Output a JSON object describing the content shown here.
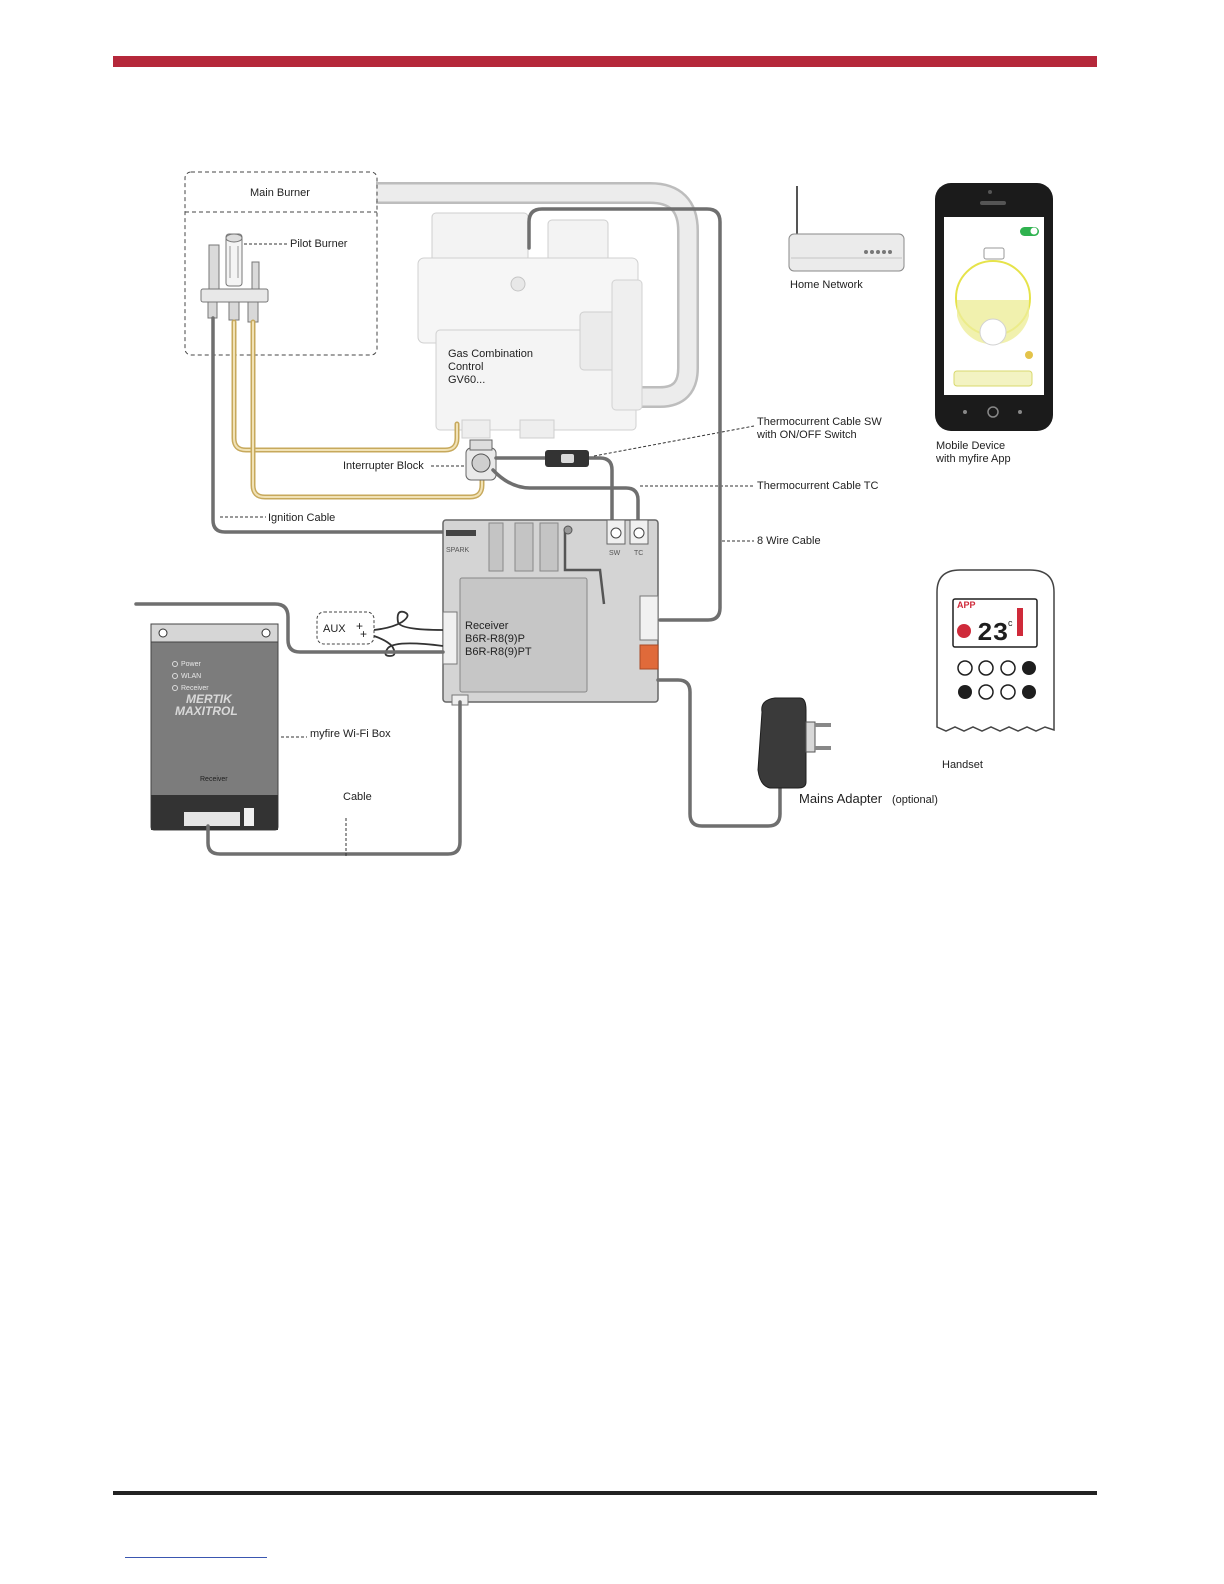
{
  "colors": {
    "accent_rule": "#b5283a",
    "cable": "#6f6f6f",
    "thermo_cable": "#c7a95c",
    "phone_highlight": "#e6e34a",
    "status_green": "#2fb24f",
    "handset_red": "#cf2a3a",
    "wifi_port_orange": "#e06a3a"
  },
  "labels": {
    "main_burner": "Main Burner",
    "pilot_burner": "Pilot Burner",
    "gas_control_line1": "Gas Combination",
    "gas_control_line2": "Control",
    "gas_control_line3": "GV60...",
    "interrupter_block": "Interrupter Block",
    "ignition_cable": "Ignition Cable",
    "thermo_sw_line1": "Thermocurrent Cable SW",
    "thermo_sw_line2": "with ON/OFF Switch",
    "thermo_tc": "Thermocurrent Cable TC",
    "eight_wire": "8 Wire Cable",
    "home_network": "Home Network",
    "mobile_line1": "Mobile Device",
    "mobile_line2": "with myfire App",
    "handset": "Handset",
    "receiver_line1": "Receiver",
    "receiver_line2": "B6R-R8(9)P",
    "receiver_line3": "B6R-R8(9)PT",
    "aux": "AUX",
    "wifi_box": "myfire Wi-Fi Box",
    "cable": "Cable",
    "mains_adapter": "Mains Adapter",
    "mains_optional": "(optional)",
    "spark": "SPARK",
    "sw": "SW",
    "tc": "TC"
  },
  "wifi_box_panel": {
    "brand_line1": "MERTIK",
    "brand_line2": "MAXITROL",
    "status_1": "Power",
    "status_2": "WLAN",
    "status_3": "Receiver",
    "port_label": "Receiver"
  },
  "handset_display": {
    "mode": "APP",
    "temperature": "23",
    "unit": "c"
  },
  "icons": [
    "router-icon",
    "smartphone-icon",
    "handset-icon",
    "plug-adapter-icon",
    "pilot-burner-icon",
    "gas-valve-icon",
    "wifi-box-icon",
    "receiver-icon"
  ]
}
